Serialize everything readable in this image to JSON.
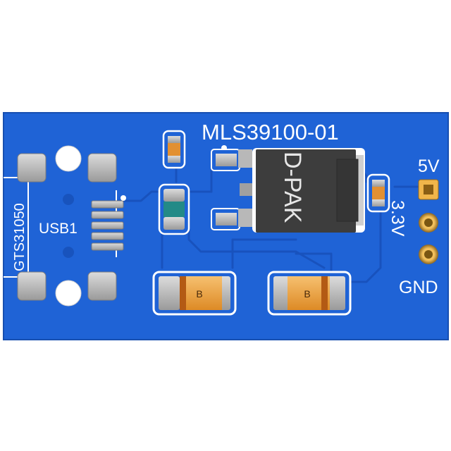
{
  "board": {
    "title": "MLS39100-01",
    "colors": {
      "board": "#1f63d6",
      "board_edge": "#1a55bb",
      "trace": "#1a55c4",
      "silkscreen": "#ffffff",
      "pad": "#b8b8b8",
      "ic_body": "#3d3d3d",
      "tantalum": "#f0a640",
      "tantalum_band": "#b35a14"
    }
  },
  "components": {
    "usb": {
      "designator": "USB1",
      "part": "GTS31050"
    },
    "regulator": {
      "package": "D-PAK"
    },
    "cap_left": {
      "marking": "B"
    },
    "cap_right": {
      "marking": "B"
    },
    "resistor_top": {
      "marking": ""
    },
    "resistor_mid": {
      "marking": ""
    },
    "resistor_right": {
      "marking": ""
    }
  },
  "header": {
    "pins": [
      {
        "label": "5V",
        "shape": "square"
      },
      {
        "label": "3.3V",
        "shape": "round"
      },
      {
        "label": "GND",
        "shape": "round"
      }
    ]
  }
}
